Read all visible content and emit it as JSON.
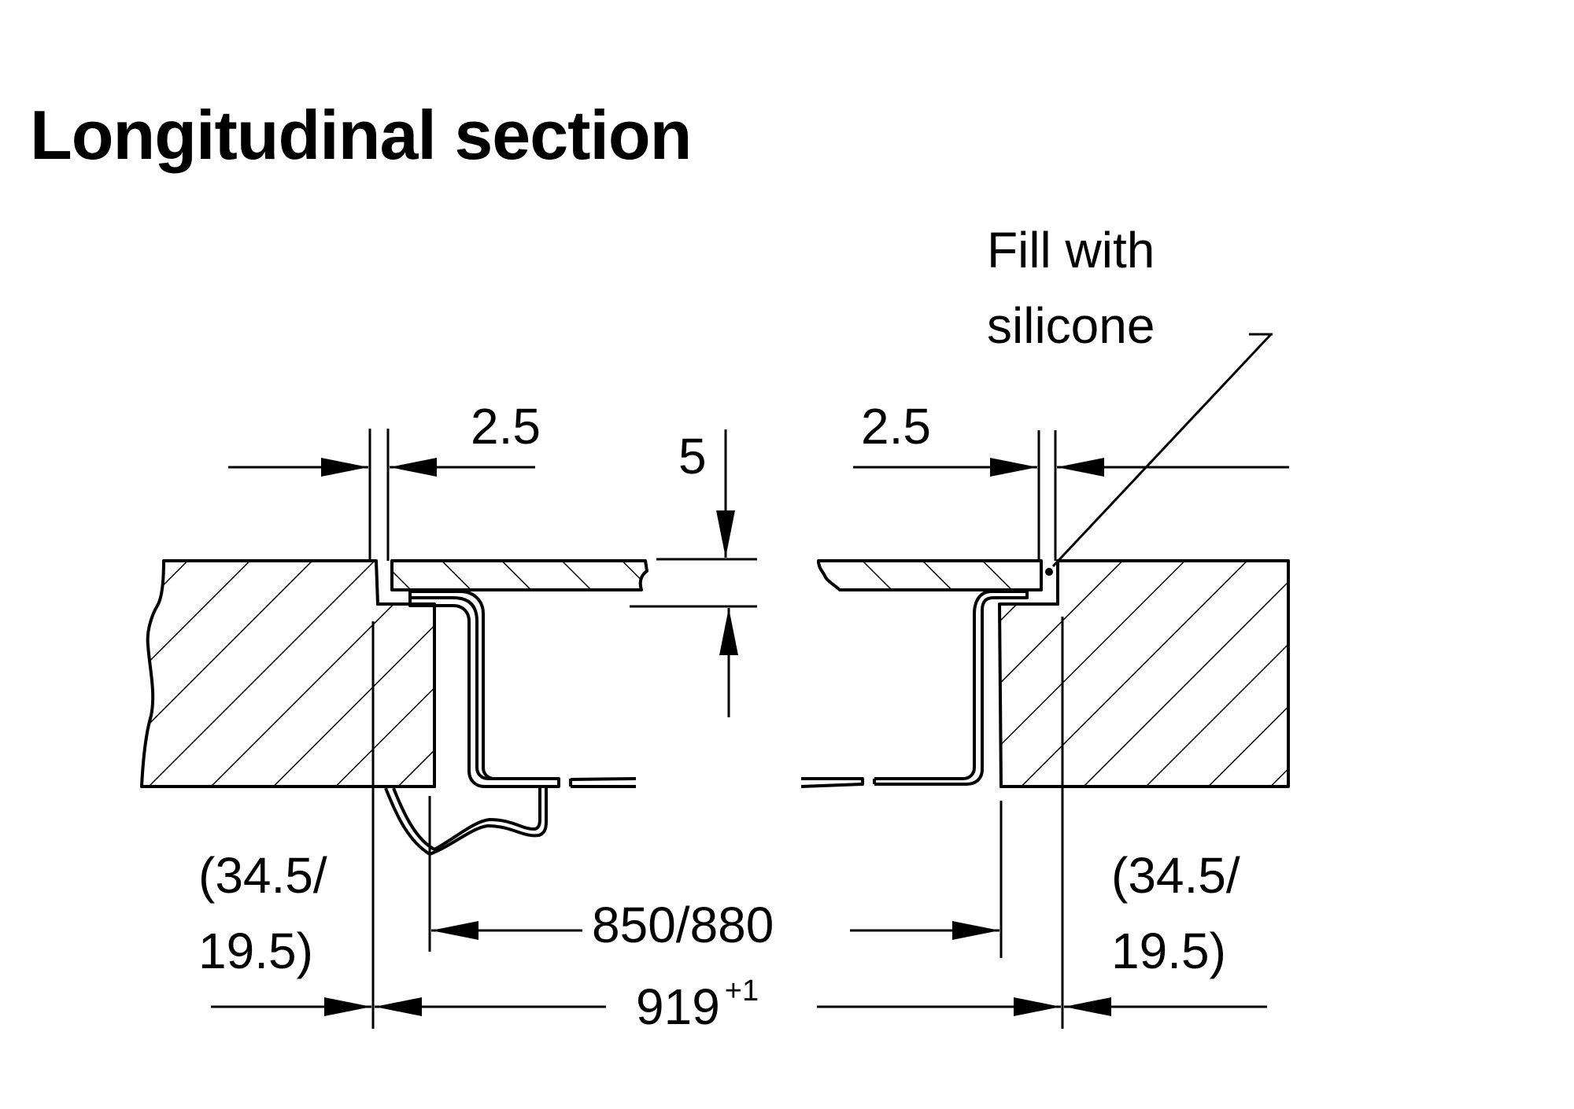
{
  "title": "Longitudinal section",
  "annotation": {
    "line1": "Fill with",
    "line2": "silicone"
  },
  "dimensions": {
    "gap_left": "2.5",
    "gap_right": "2.5",
    "glass_thickness": "5",
    "overhang_left_line1": "(34.5/",
    "overhang_left_line2": "19.5)",
    "overhang_right_line1": "(34.5/",
    "overhang_right_line2": "19.5)",
    "cutout_width": "850/880",
    "overall_width": "919",
    "overall_tolerance": "+1"
  },
  "units_note": "mm",
  "colors": {
    "ink": "#000000",
    "paper": "#ffffff"
  }
}
